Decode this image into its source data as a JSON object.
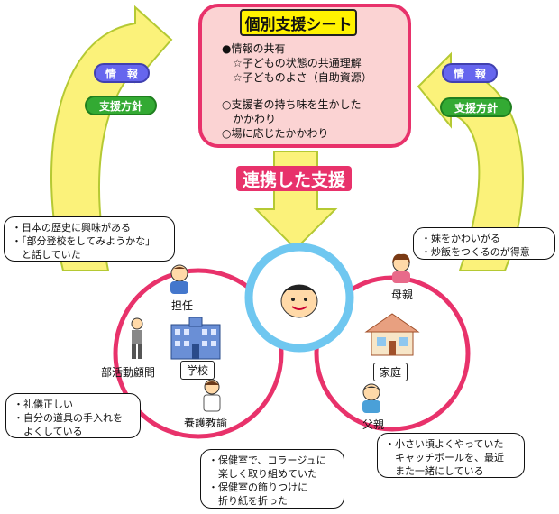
{
  "support_sheet": {
    "title": "個別支援シート",
    "line1": "●情報の共有",
    "line2": "　☆子どもの状態の共通理解",
    "line3": "　☆子どものよさ（自助資源）",
    "line4": "○支援者の持ち味を生かした",
    "line5": "　かかわり",
    "line6": "○場に応じたかかわり"
  },
  "left_pills": {
    "info": "情　報",
    "policy": "支援方針"
  },
  "right_pills": {
    "info": "情　報",
    "policy": "支援方針"
  },
  "collaboration": "連携した支援",
  "school": {
    "homeroom": "担任",
    "club_advisor": "部活動顧問",
    "school_label": "学校",
    "nurse": "養護教諭"
  },
  "home": {
    "mother": "母親",
    "house_label": "家庭",
    "father": "父親"
  },
  "bubbles": {
    "homeroom_1": "・日本の歴史に興味がある",
    "homeroom_2": "・「部分登校をしてみようかな」",
    "homeroom_3": "　と話していた",
    "club_1": "・礼儀正しい",
    "club_2": "・自分の道具の手入れを",
    "club_3": "　よくしている",
    "nurse_1": "・保健室で、コラージュに",
    "nurse_2": "　楽しく取り組めていた",
    "nurse_3": "・保健室の飾りつけに",
    "nurse_4": "　折り紙を折った",
    "mother_1": "・妹をかわいがる",
    "mother_2": "・炒飯をつくるのが得意",
    "father_1": "・小さい頃よくやっていた",
    "father_2": "　キャッチボールを、最近",
    "father_3": "　また一緒にしている"
  },
  "colors": {
    "arrow_fill": "#fbf27a",
    "arrow_stroke": "#b5c933",
    "sheet_border": "#e8326b",
    "sheet_fill": "#fbd3d3",
    "circle_red": "#e8326b",
    "circle_blue": "#6fc7f0"
  }
}
